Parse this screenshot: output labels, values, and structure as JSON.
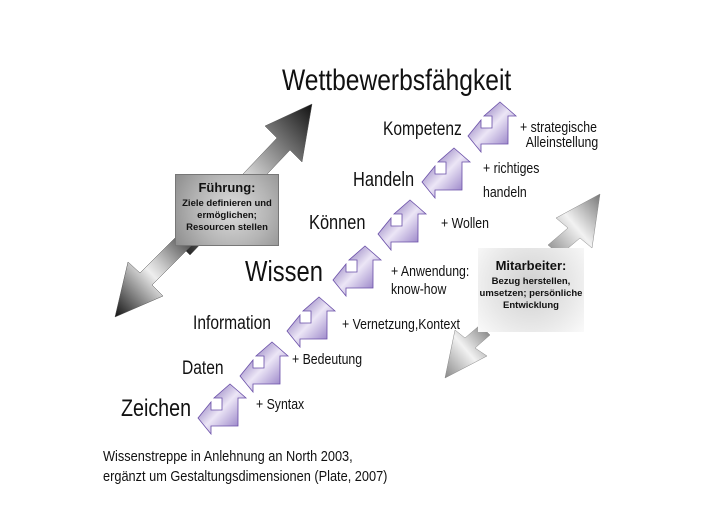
{
  "title": "Wettbewerbsfähgkeit",
  "steps": [
    {
      "label": "Zeichen",
      "addition": "+ Syntax"
    },
    {
      "label": "Daten",
      "addition": "+ Bedeutung"
    },
    {
      "label": "Information",
      "addition": "+ Vernetzung,Kontext"
    },
    {
      "label": "Wissen",
      "addition": "+ Anwendung:",
      "addition2": "know-how"
    },
    {
      "label": "Können",
      "addition": "+ Wollen"
    },
    {
      "label": "Handeln",
      "addition": "+ richtiges",
      "addition2": "handeln"
    },
    {
      "label": "Kompetenz",
      "addition": "+ strategische",
      "addition2": "Alleinstellung"
    }
  ],
  "fuehrung": {
    "heading": "Führung:",
    "line1": "Ziele definieren und",
    "line2": "ermöglichen;",
    "line3": "Resourcen  stellen"
  },
  "mitarbeiter": {
    "heading": "Mitarbeiter:",
    "line1": "Bezug herstellen,",
    "line2": "umsetzen; persönliche",
    "line3": "Entwicklung"
  },
  "caption": {
    "line1": "Wissenstreppe in Anlehnung an North 2003,",
    "line2": "ergänzt um Gestaltungsdimensionen (Plate, 2007)"
  },
  "colors": {
    "step_arrow_light": "#ece6f6",
    "step_arrow_dark": "#6a4fa8",
    "gray_dark": "#1a1a1a",
    "gray_light": "#e8e8e8"
  }
}
